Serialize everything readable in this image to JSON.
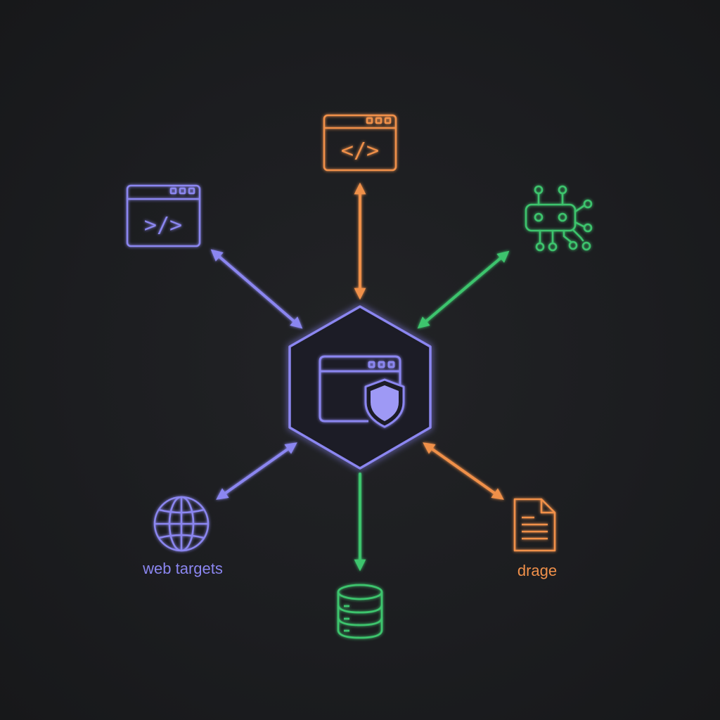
{
  "colors": {
    "background": "#1b1c1e",
    "purple": "#8b86f0",
    "orange": "#f0904a",
    "green": "#3ec46d"
  },
  "hub": {
    "icons": [
      "hexagon-outline",
      "browser-window-icon",
      "shield-icon"
    ]
  },
  "nodes": [
    {
      "id": "top",
      "icon": "code-window-icon",
      "color": "orange",
      "label": "",
      "code_glyph": "</>"
    },
    {
      "id": "upper-left",
      "icon": "code-window-icon",
      "color": "purple",
      "label": "",
      "code_glyph": ">/>"
    },
    {
      "id": "upper-right",
      "icon": "robot-circuit-icon",
      "color": "green",
      "label": ""
    },
    {
      "id": "lower-left",
      "icon": "globe-icon",
      "color": "purple",
      "label": "web targets"
    },
    {
      "id": "bottom",
      "icon": "database-icon",
      "color": "green",
      "label": ""
    },
    {
      "id": "lower-right",
      "icon": "document-icon",
      "color": "orange",
      "label": "drage"
    }
  ],
  "edges": [
    {
      "from": "hub",
      "to": "top",
      "direction": "both",
      "color": "orange"
    },
    {
      "from": "hub",
      "to": "upper-left",
      "direction": "both",
      "color": "purple"
    },
    {
      "from": "hub",
      "to": "upper-right",
      "direction": "both",
      "color": "green"
    },
    {
      "from": "hub",
      "to": "lower-left",
      "direction": "both",
      "color": "purple"
    },
    {
      "from": "hub",
      "to": "bottom",
      "direction": "to",
      "color": "green"
    },
    {
      "from": "hub",
      "to": "lower-right",
      "direction": "both",
      "color": "orange"
    }
  ],
  "labels": {
    "web_targets": "web targets",
    "drage": "drage"
  }
}
